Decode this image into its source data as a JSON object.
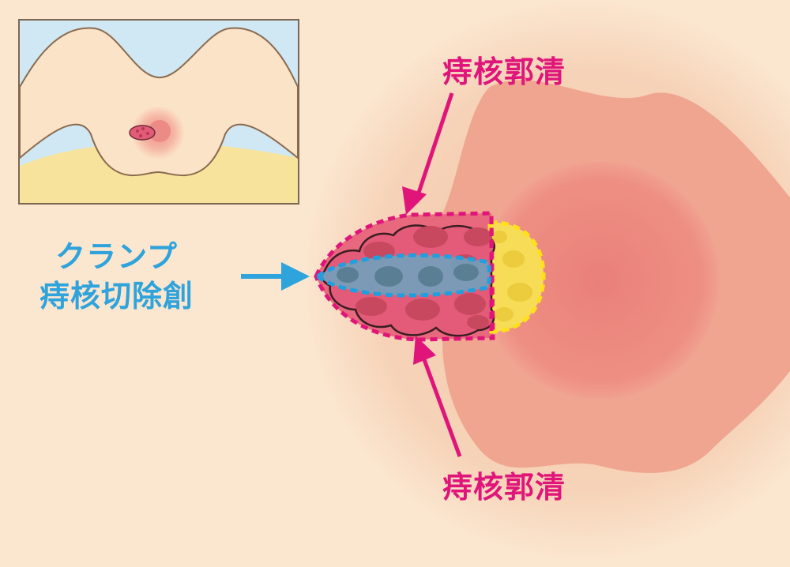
{
  "labels": {
    "top": "痔核郭清",
    "bottom": "痔核郭清",
    "left_line1": "クランプ",
    "left_line2": "痔核切除創"
  },
  "colors": {
    "background": "#fbe6cf",
    "skin_outer": "#f6d2b6",
    "perianal": "#ef9f8c",
    "anal_canal": "#ec7f74",
    "hemorrhoid": "#e8677a",
    "nodule": "#d24e68",
    "magenta_accent": "#e0157a",
    "blue_accent": "#2ea3dc",
    "yellow_accent": "#f5d94a",
    "inset_sky": "#cfe8f4",
    "inset_sand": "#f7e39c",
    "inset_skin": "#fbe3c7"
  }
}
